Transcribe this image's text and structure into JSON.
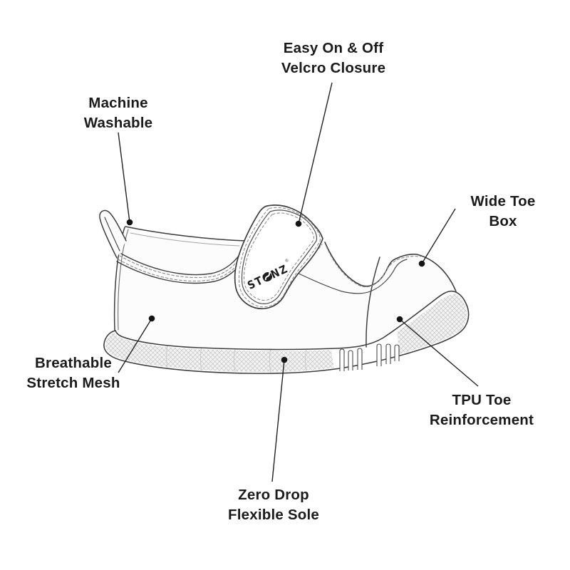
{
  "brand": {
    "logo_text": "STONZ",
    "trademark": "®",
    "logo_o_icon": "stonz-circle-swoosh-mark"
  },
  "callouts": [
    {
      "id": "velcro-closure",
      "label": "Easy On & Off\nVelcro Closure"
    },
    {
      "id": "machine-washable",
      "label": "Machine\nWashable"
    },
    {
      "id": "wide-toe-box",
      "label": "Wide Toe Box"
    },
    {
      "id": "breathable-stretch-mesh",
      "label": "Breathable\nStretch Mesh"
    },
    {
      "id": "tpu-toe-reinforcement",
      "label": "TPU Toe\nReinforcement"
    },
    {
      "id": "zero-drop-flexible-sole",
      "label": "Zero Drop\nFlexible Sole"
    }
  ],
  "colors": {
    "background": "#ffffff",
    "line_art": "#3f3f3f",
    "stitching": "#8a8a8a",
    "tread_hatch": "#b4b4b4",
    "label_text": "#1b1b1b",
    "callout_marker": "#141414",
    "logo_fill": "#1e1e1e"
  }
}
